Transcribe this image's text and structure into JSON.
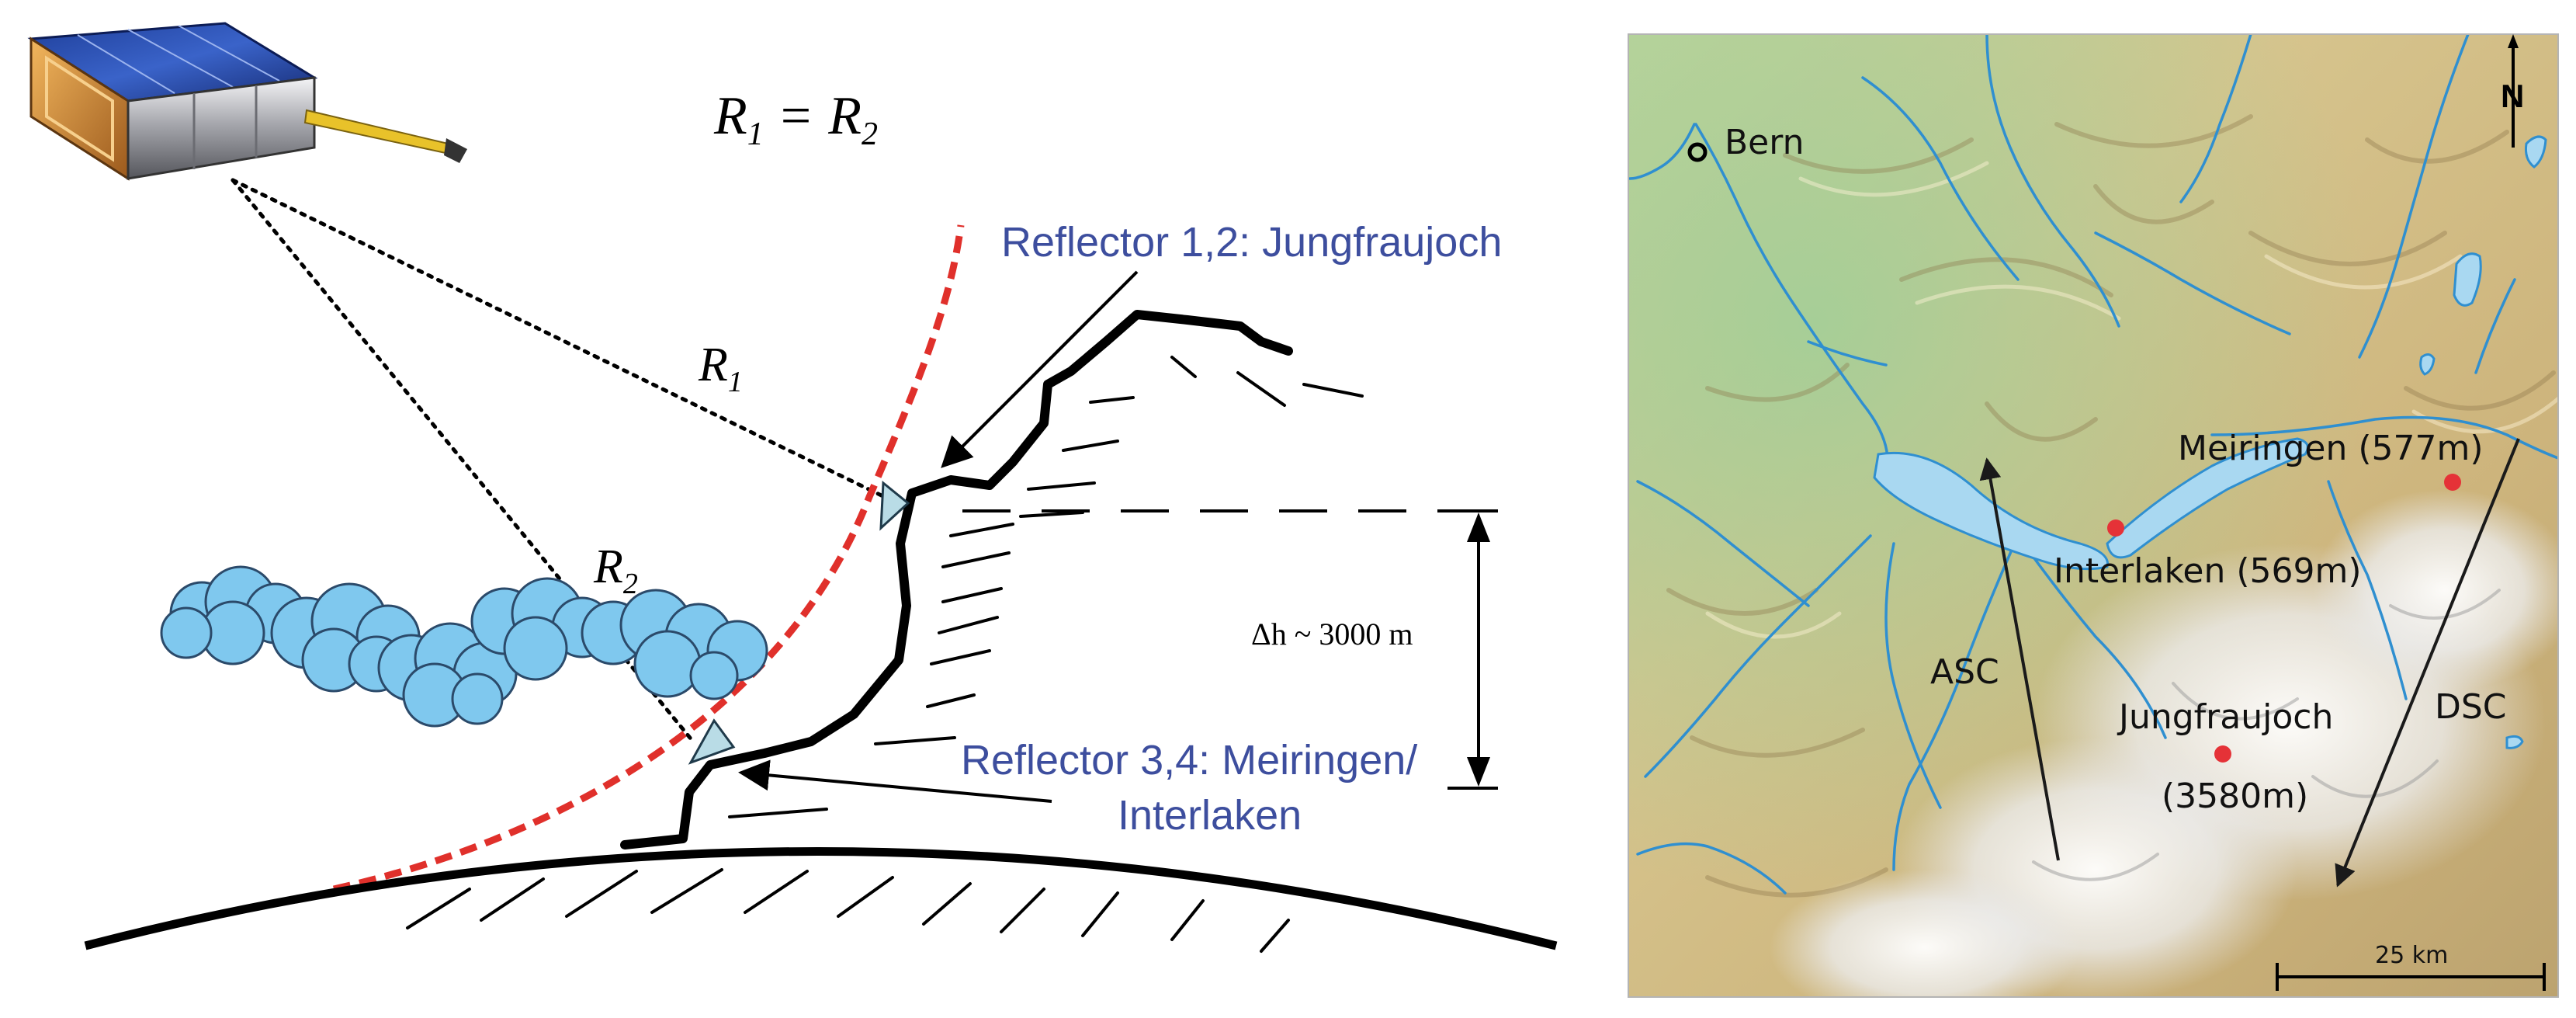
{
  "left_panel": {
    "equation": {
      "lhs": "R",
      "lhs_sub": "1",
      "eq": "=",
      "rhs": "R",
      "rhs_sub": "2"
    },
    "range_1": {
      "symbol": "R",
      "sub": "1"
    },
    "range_2": {
      "symbol": "R",
      "sub": "2"
    },
    "reflector_top_label": "Reflector 1,2: Jungfraujoch",
    "reflector_bottom_label_line1": "Reflector 3,4: Meiringen/",
    "reflector_bottom_label_line2": "Interlaken",
    "height_label": "Δh ~ 3000 m",
    "colors": {
      "label_blue": "#3d4e9e",
      "wavefront_red": "#e0302b",
      "cloud_fill": "#7fc8ee",
      "reflector_fill": "#b9dce6"
    }
  },
  "map": {
    "labels": {
      "bern": "Bern",
      "meiringen": "Meiringen (577m)",
      "interlaken": "Interlaken (569m)",
      "jungfraujoch_line1": "Jungfraujoch",
      "jungfraujoch_line2": "(3580m)",
      "asc": "ASC",
      "dsc": "DSC",
      "scale": "25 km",
      "north": "N"
    },
    "colors": {
      "lake": "#a9d8f1",
      "river": "#2f8fd0",
      "lowland": "#9fcf98",
      "hills": "#d9c48c",
      "snow": "#f3f3f1",
      "point": "#e53237"
    }
  }
}
